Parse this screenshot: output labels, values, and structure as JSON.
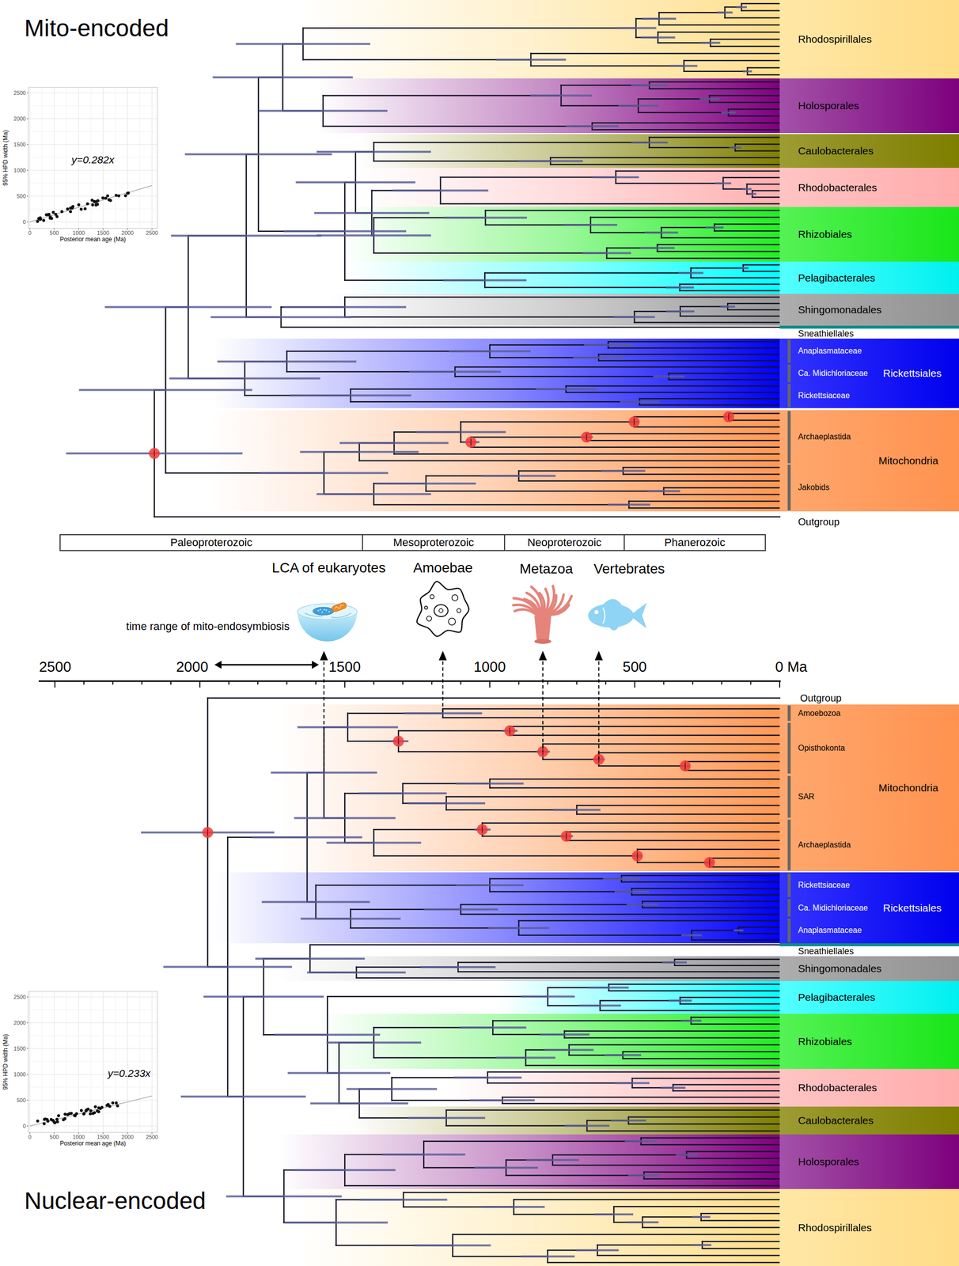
{
  "diagram": {
    "nodes": [
      {
        "text": [
          "Rhodospirillales"
        ]
      },
      {
        "text": [
          "Holosporales"
        ]
      },
      {
        "text": [
          "Caulobacterales"
        ]
      },
      {
        "text": [
          "Rhodobacterales"
        ]
      },
      {
        "text": [
          "Rhizobiales"
        ]
      },
      {
        "text": [
          "Pelagibacterales"
        ]
      },
      {
        "text": [
          "Shingomonadales"
        ]
      },
      {
        "text": [
          "Sneathiellales"
        ]
      },
      {
        "text": [
          "Anaplasmataceae",
          "Ca. Midichloriaceae",
          "Rickettsiales",
          "Rickettsiaceae"
        ]
      },
      {
        "text": [
          "Archaeplastida",
          "Mitochondria",
          "Jakobids"
        ]
      },
      {
        "text": [
          "Paleoproterozoic"
        ]
      },
      {
        "text": [
          "Mesoproterozoic"
        ]
      },
      {
        "text": [
          "Neoproterozoic"
        ]
      },
      {
        "text": [
          "Phanerozoic"
        ]
      },
      {
        "text": [
          "Amoebozoa",
          "Opisthokonta",
          "Mitochondria",
          "SAR",
          "Archaeplastida"
        ]
      },
      {
        "text": [
          "Rickettsiaceae",
          "Ca. Midichloriaceae",
          "Rickettsiales",
          "Anaplasmataceae"
        ]
      },
      {
        "text": [
          "Sneathiellales"
        ]
      },
      {
        "text": [
          "Shingomonadales"
        ]
      },
      {
        "text": [
          "Pelagibacterales"
        ]
      },
      {
        "text": [
          "Rhizobiales"
        ]
      },
      {
        "text": [
          "Rhodobacterales"
        ]
      },
      {
        "text": [
          "Caulobacterales"
        ]
      },
      {
        "text": [
          "Holosporales"
        ]
      },
      {
        "text": [
          "Rhodospirillales"
        ]
      }
    ],
    "labels": [
      "Mito-encoded",
      "y=0.282x",
      "2500",
      "2000",
      "1500",
      "1000",
      "500",
      "0",
      "95% HPD width (Ma)",
      "0",
      "500",
      "1000",
      "1500",
      "2000",
      "2500",
      "Posterior mean age (Ma)",
      "Outgroup",
      "LCA of eukaryotes",
      "Amoebae",
      "Metazoa",
      "Vertebrates",
      "time range of mito-endosymbiosis",
      "2500",
      "2000",
      "1500",
      "1000",
      "500",
      "0 Ma",
      "Outgroup",
      "2500",
      "2000",
      "1500",
      "1000",
      "500",
      "0",
      "95% HPD width (Ma)",
      "0",
      "500",
      "1000",
      "1500",
      "2000",
      "2500",
      "Posterior mean age (Ma)",
      "y=0.233x",
      "Nuclear-encoded"
    ]
  }
}
